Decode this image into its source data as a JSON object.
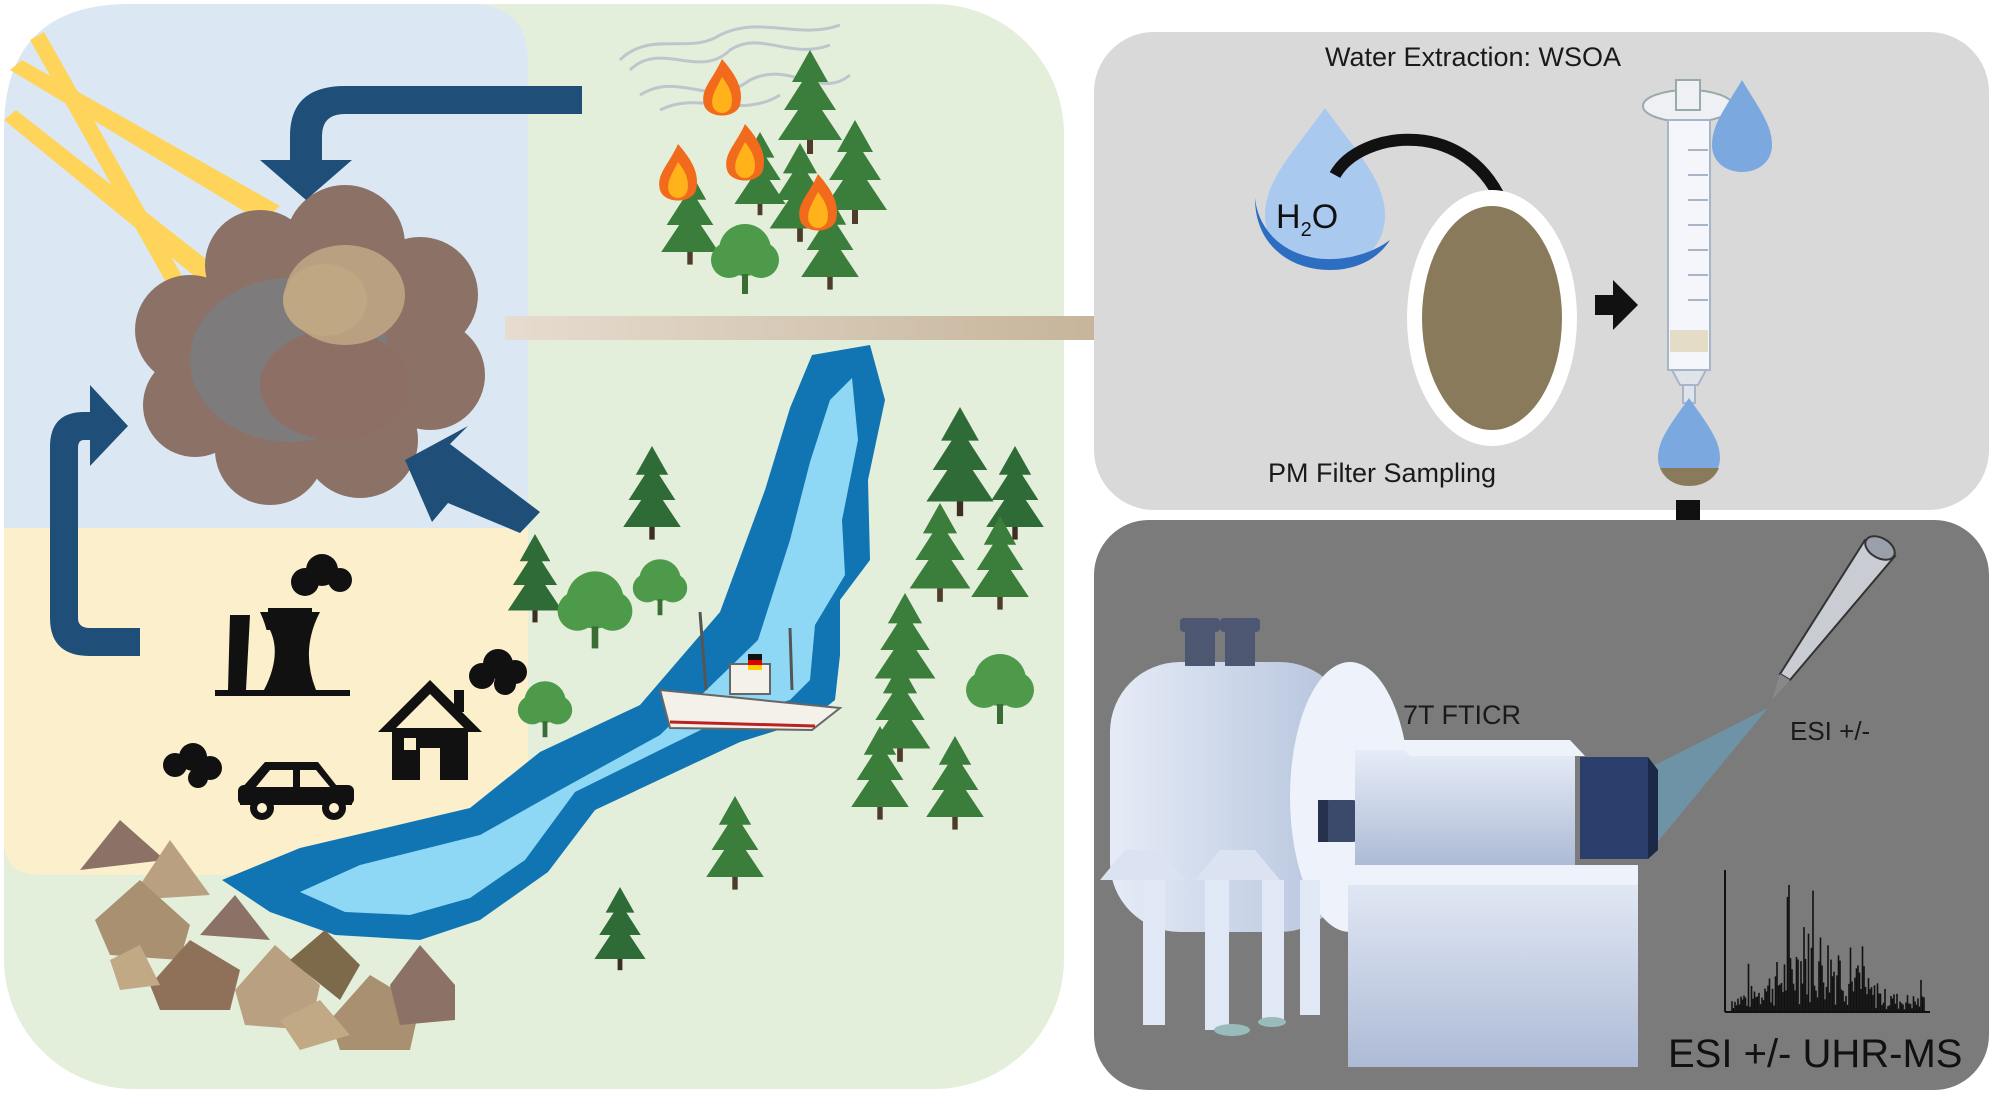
{
  "labels": {
    "water_extraction": "Water Extraction: WSOA",
    "pm_filter": "PM Filter Sampling",
    "fticr": "7T FTICR",
    "esi": "ESI +/-",
    "uhr_ms": "ESI +/- UHR-MS",
    "h2o_h": "H",
    "h2o_sub": "2",
    "h2o_o": "O"
  },
  "icons": [
    "sun-rays-icon",
    "aerosol-cloud-icon",
    "wildfire-icon",
    "conifer-tree-icon",
    "deciduous-tree-icon",
    "river-icon",
    "ship-icon",
    "factory-icon",
    "house-icon",
    "car-icon",
    "exhaust-smoke-icon",
    "rocks-icon",
    "water-drop-icon",
    "filter-icon",
    "syringe-icon",
    "mass-spectrometer-icon",
    "esi-needle-icon",
    "mass-spectrum-icon"
  ],
  "colors": {
    "panel_left": "#e4efdb",
    "sky": "#dbe8f4",
    "ground": "#fbefcc",
    "panel_top_right": "#d9d9d9",
    "panel_bottom_right": "#7b7b7b",
    "arrow_blue": "#1f4e79",
    "aerosol": "#8c7266",
    "river": "#1175b3",
    "river_light": "#8fd8f5",
    "tree": "#3b7d3a",
    "filter": "#8a7a5c"
  }
}
